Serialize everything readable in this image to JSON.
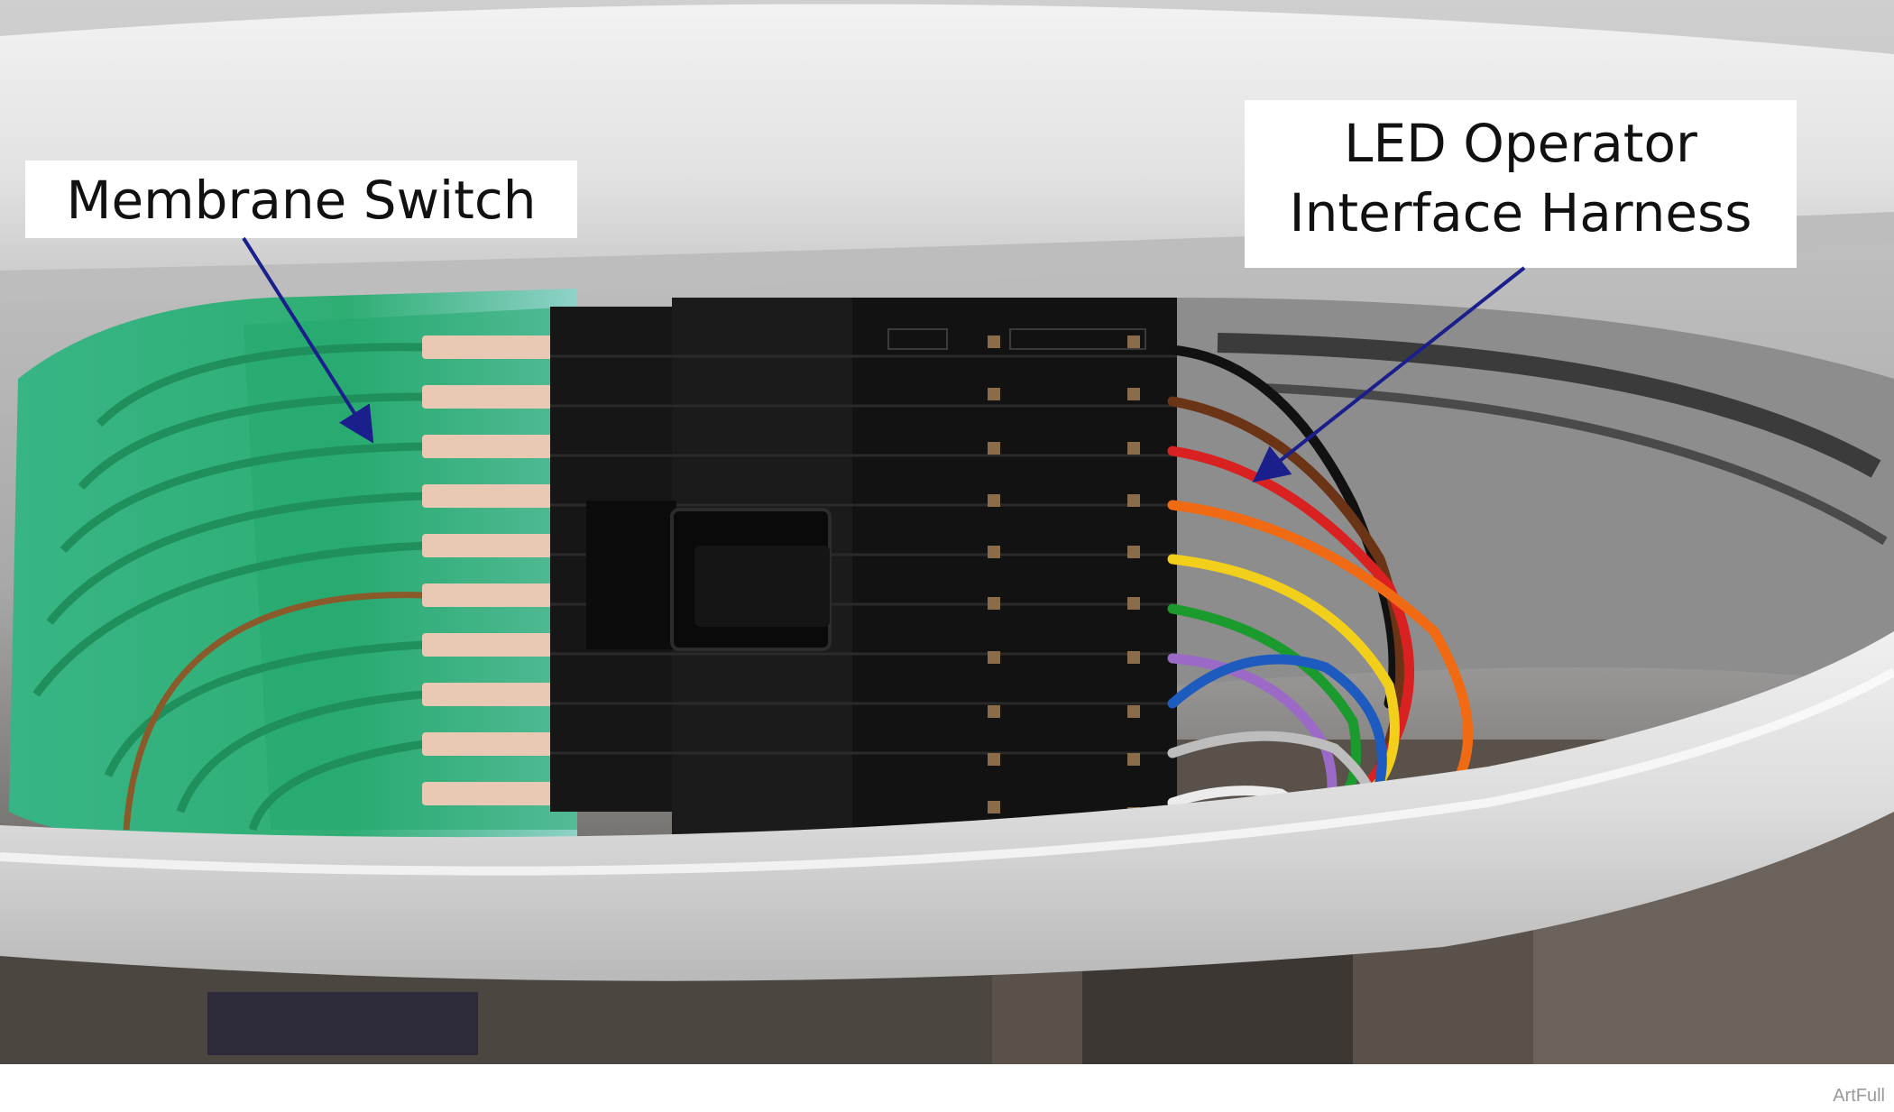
{
  "callouts": {
    "membrane_switch": {
      "label": "Membrane Switch"
    },
    "led_harness": {
      "line1": "LED Operator",
      "line2": "Interface Harness"
    }
  },
  "footer": {
    "credit": "ArtFull"
  },
  "colors": {
    "arrow": "#1a1f8c",
    "membrane_green": "#2bb37a",
    "connector_black": "#141414",
    "bezel_white": "#e6e6e6"
  }
}
